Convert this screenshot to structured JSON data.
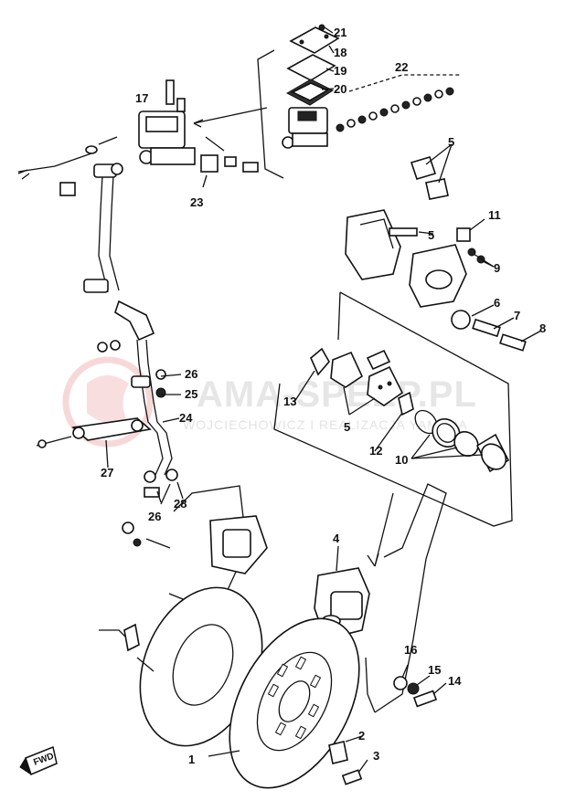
{
  "diagram": {
    "callouts": [
      "1",
      "2",
      "3",
      "4",
      "5",
      "5",
      "5",
      "6",
      "7",
      "8",
      "9",
      "10",
      "11",
      "12",
      "13",
      "14",
      "15",
      "16",
      "17",
      "18",
      "19",
      "20",
      "21",
      "22",
      "23",
      "24",
      "25",
      "26",
      "26",
      "27",
      "28"
    ],
    "watermark": {
      "main": "AMA-SPEEP.PL",
      "sub": "WOJCIECHOWICZ I REALIZACJA YAMAHA"
    },
    "direction_badge": "FWD"
  }
}
